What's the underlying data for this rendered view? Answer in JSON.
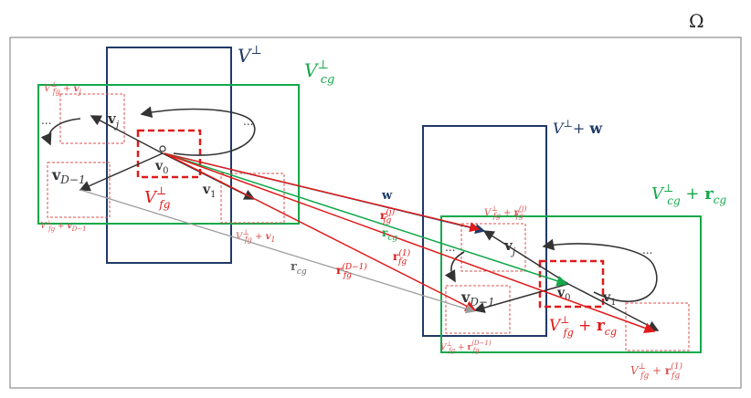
{
  "labels": {
    "omega": "Ω",
    "v_perp": "V",
    "v_perp_sup": "⊥",
    "v_cg_perp": "V",
    "v_cg_sub": "cg",
    "v_cg_sup": "⊥",
    "v_fg_plus_vj": "V",
    "v_fg_plus_vj_rest": "⊥fg + vj",
    "v_fg_plus_vd1": "V⊥fg + vD−1",
    "v_fg_plus_v1": "V⊥fg + v1",
    "vj": "v",
    "vj_sub": "j",
    "v0": "v",
    "v0_sub": "0",
    "v1": "v",
    "v1_sub": "1",
    "vd1": "v",
    "vd1_sub": "D−1",
    "v_fg_perp": "V",
    "v_fg_perp_sub": "fg",
    "v_fg_perp_sup": "⊥",
    "ellipsis_left1": "...",
    "ellipsis_left2": "...",
    "ellipsis_right1": "...",
    "ellipsis_right2": "...",
    "v_perp_plus_w": "V",
    "v_perp_plus_w_sup": "⊥",
    "v_perp_plus_w_rest": " + w",
    "v_cg_plus_r": "V",
    "v_cg_plus_r_sub": "cg",
    "v_cg_plus_r_sup": "⊥",
    "v_cg_plus_r_rest": " + r",
    "v_cg_plus_r_rest_sub": "cg",
    "w": "w",
    "r_fg_j": "r",
    "r_fg_j_sub": "fg",
    "r_fg_j_sup": "(j)",
    "r_cg": "r",
    "r_cg_sub": "cg",
    "r_fg_1": "r",
    "r_fg_1_sub": "fg",
    "r_fg_1_sup": "(1)",
    "r_cg2": "r",
    "r_cg2_sub": "cg",
    "r_fg_d1": "r",
    "r_fg_d1_sub": "fg",
    "r_fg_d1_sup": "(D−1)",
    "vj_r": "v",
    "vj_r_sub": "j",
    "v0_r": "v",
    "v0_r_sub": "0",
    "v1_r": "v",
    "v1_r_sub": "1",
    "vd1_r": "v",
    "vd1_r_sub": "D−1",
    "v_fg_plus_r_fg_j": "V⊥fg + r(j)fg",
    "v_fg_plus_r_cg": "V",
    "v_fg_plus_r_cg_sub": "fg",
    "v_fg_plus_r_cg_sup": "⊥",
    "v_fg_plus_r_cg_rest": " + r",
    "v_fg_plus_r_cg_rest_sub": "cg",
    "v_fg_plus_r_fg_d1": "V⊥fg + r(D−1)fg",
    "v_fg_plus_r_fg_1": "V⊥fg + r(1)fg"
  },
  "colors": {
    "navy": "#1f3a66",
    "green": "#13a84a",
    "red": "#e01a1a",
    "dashed_red": "#d9534f",
    "gray": "#9e9e9e",
    "dark": "#333333"
  }
}
